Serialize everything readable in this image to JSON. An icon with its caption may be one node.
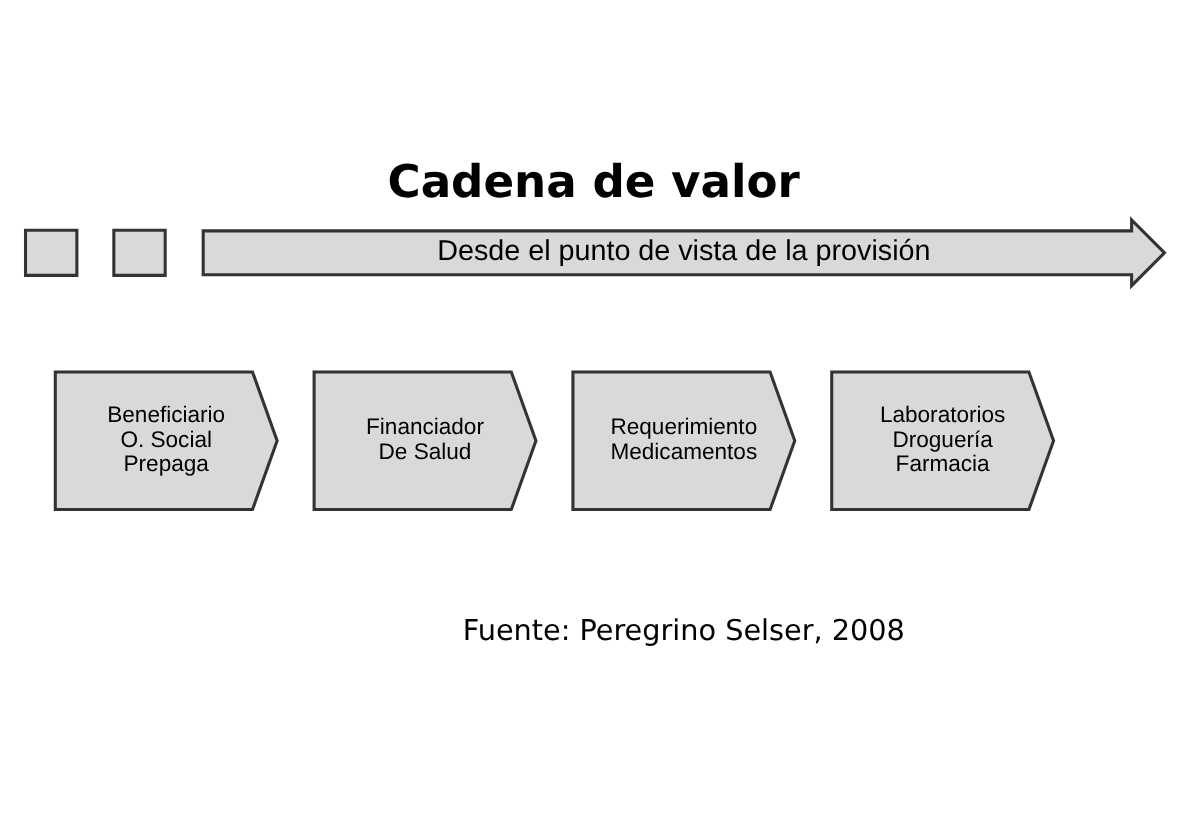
{
  "diagram": {
    "title": "Cadena de valor",
    "caption": "Fuente: Peregrino Selser, 2008",
    "nodes": [
      {
        "text": [],
        "shape": "box"
      },
      {
        "text": [],
        "shape": "box"
      },
      {
        "text": [
          "Desde el punto de vista de la provisión"
        ]
      },
      {
        "text": [
          "Beneficiario O. Social Prepaga"
        ]
      },
      {
        "text": [
          "Financiador De Salud"
        ]
      },
      {
        "text": [
          "Requerimiento Medicamentos"
        ]
      },
      {
        "text": [
          "Laboratorios Droguería Farmacia"
        ]
      }
    ],
    "edges": []
  }
}
